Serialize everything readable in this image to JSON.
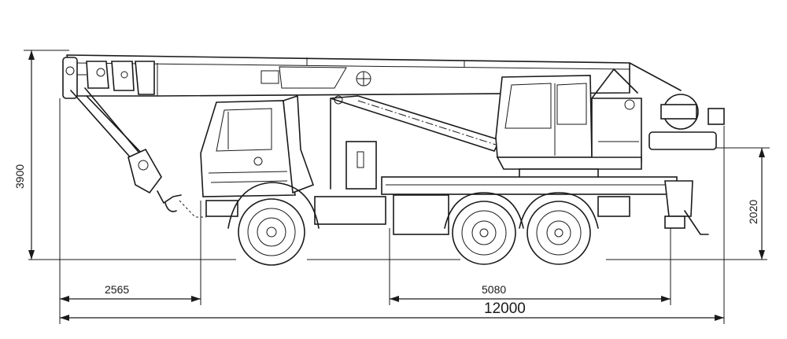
{
  "dimensions": {
    "front_overhang": "2565",
    "wheelbase": "5080",
    "overall_length": "12000",
    "overall_height": "3900",
    "deck_height": "2020"
  },
  "colors": {
    "line": "#1a1a1a",
    "background": "#ffffff"
  }
}
